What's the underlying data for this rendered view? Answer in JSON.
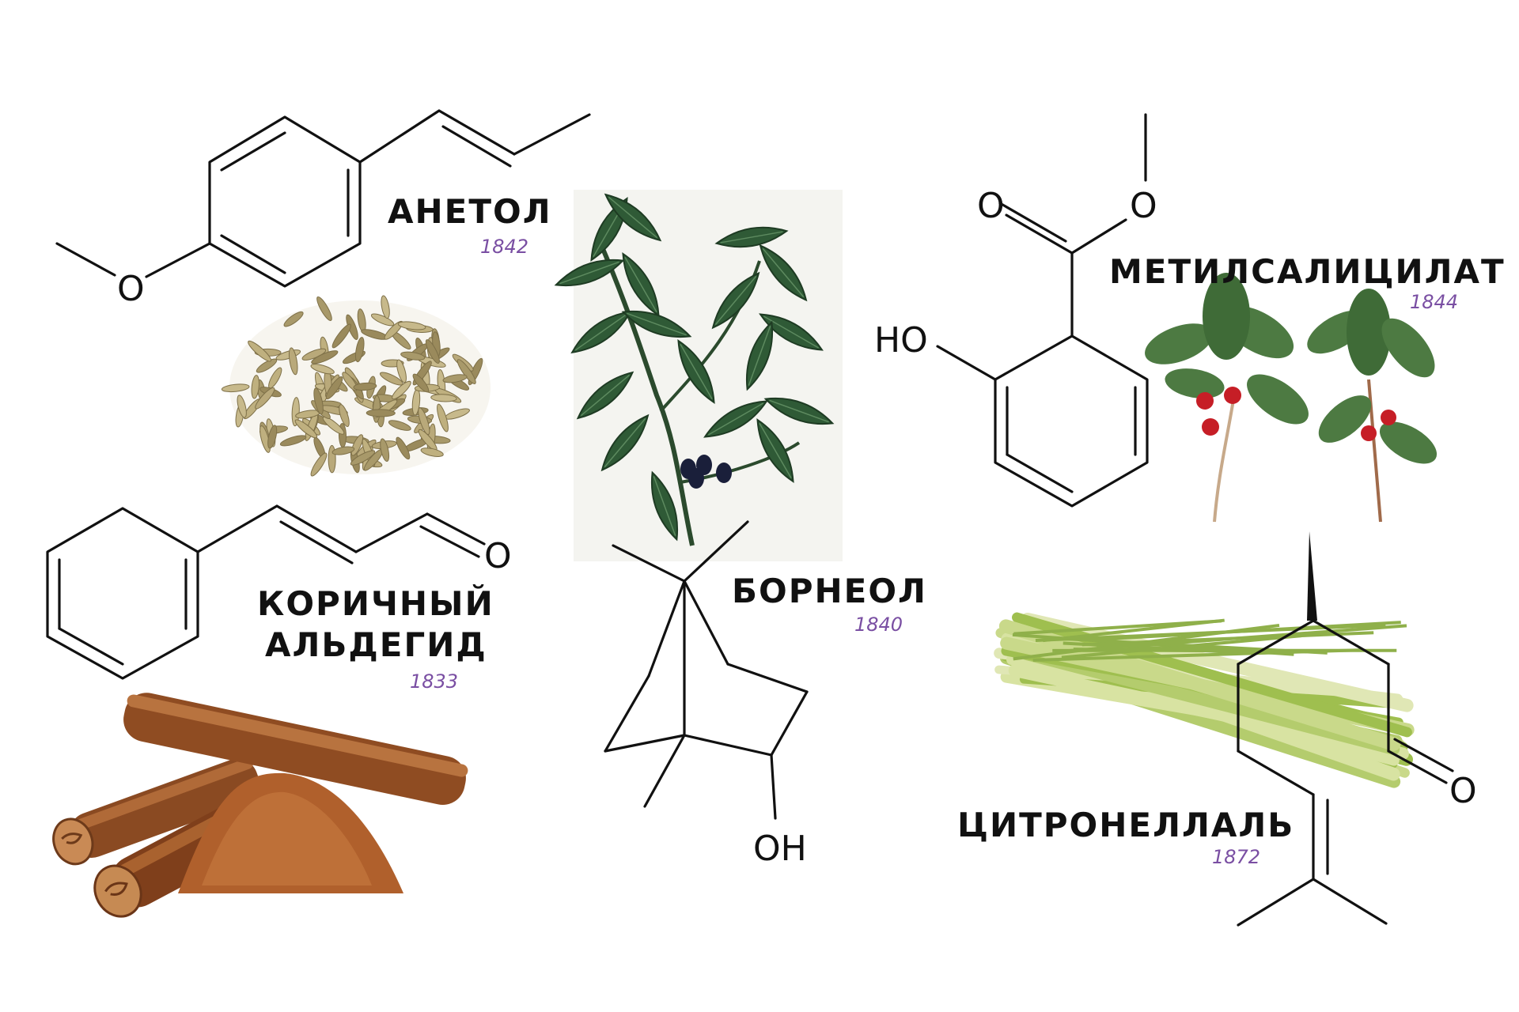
{
  "compounds": [
    {
      "id": "anethole",
      "name": "АНЕТОЛ",
      "year": "1842",
      "atoms": [
        "O"
      ]
    },
    {
      "id": "cinnamaldehyde",
      "name_line1": "КОРИЧНЫЙ",
      "name_line2": "АЛЬДЕГИД",
      "year": "1833",
      "atoms": [
        "O"
      ]
    },
    {
      "id": "borneol",
      "name": "БОРНЕОЛ",
      "year": "1840",
      "atoms": [
        "OH"
      ]
    },
    {
      "id": "methyl-salicylate",
      "name": "МЕТИЛСАЛИЦИЛАТ",
      "year": "1844",
      "atoms": [
        "O",
        "O",
        "HO"
      ]
    },
    {
      "id": "citronellal",
      "name": "ЦИТРОНЕЛЛАЛЬ",
      "year": "1872",
      "atoms": [
        "O"
      ]
    }
  ],
  "illustrations": [
    "fennel-seeds",
    "cinnamon-sticks-and-powder",
    "bay-laurel-branch",
    "wintergreen-sprigs",
    "lemongrass-stalks"
  ],
  "colors": {
    "structure": "#111111",
    "year": "#7a4fa3",
    "background": "#ffffff"
  }
}
